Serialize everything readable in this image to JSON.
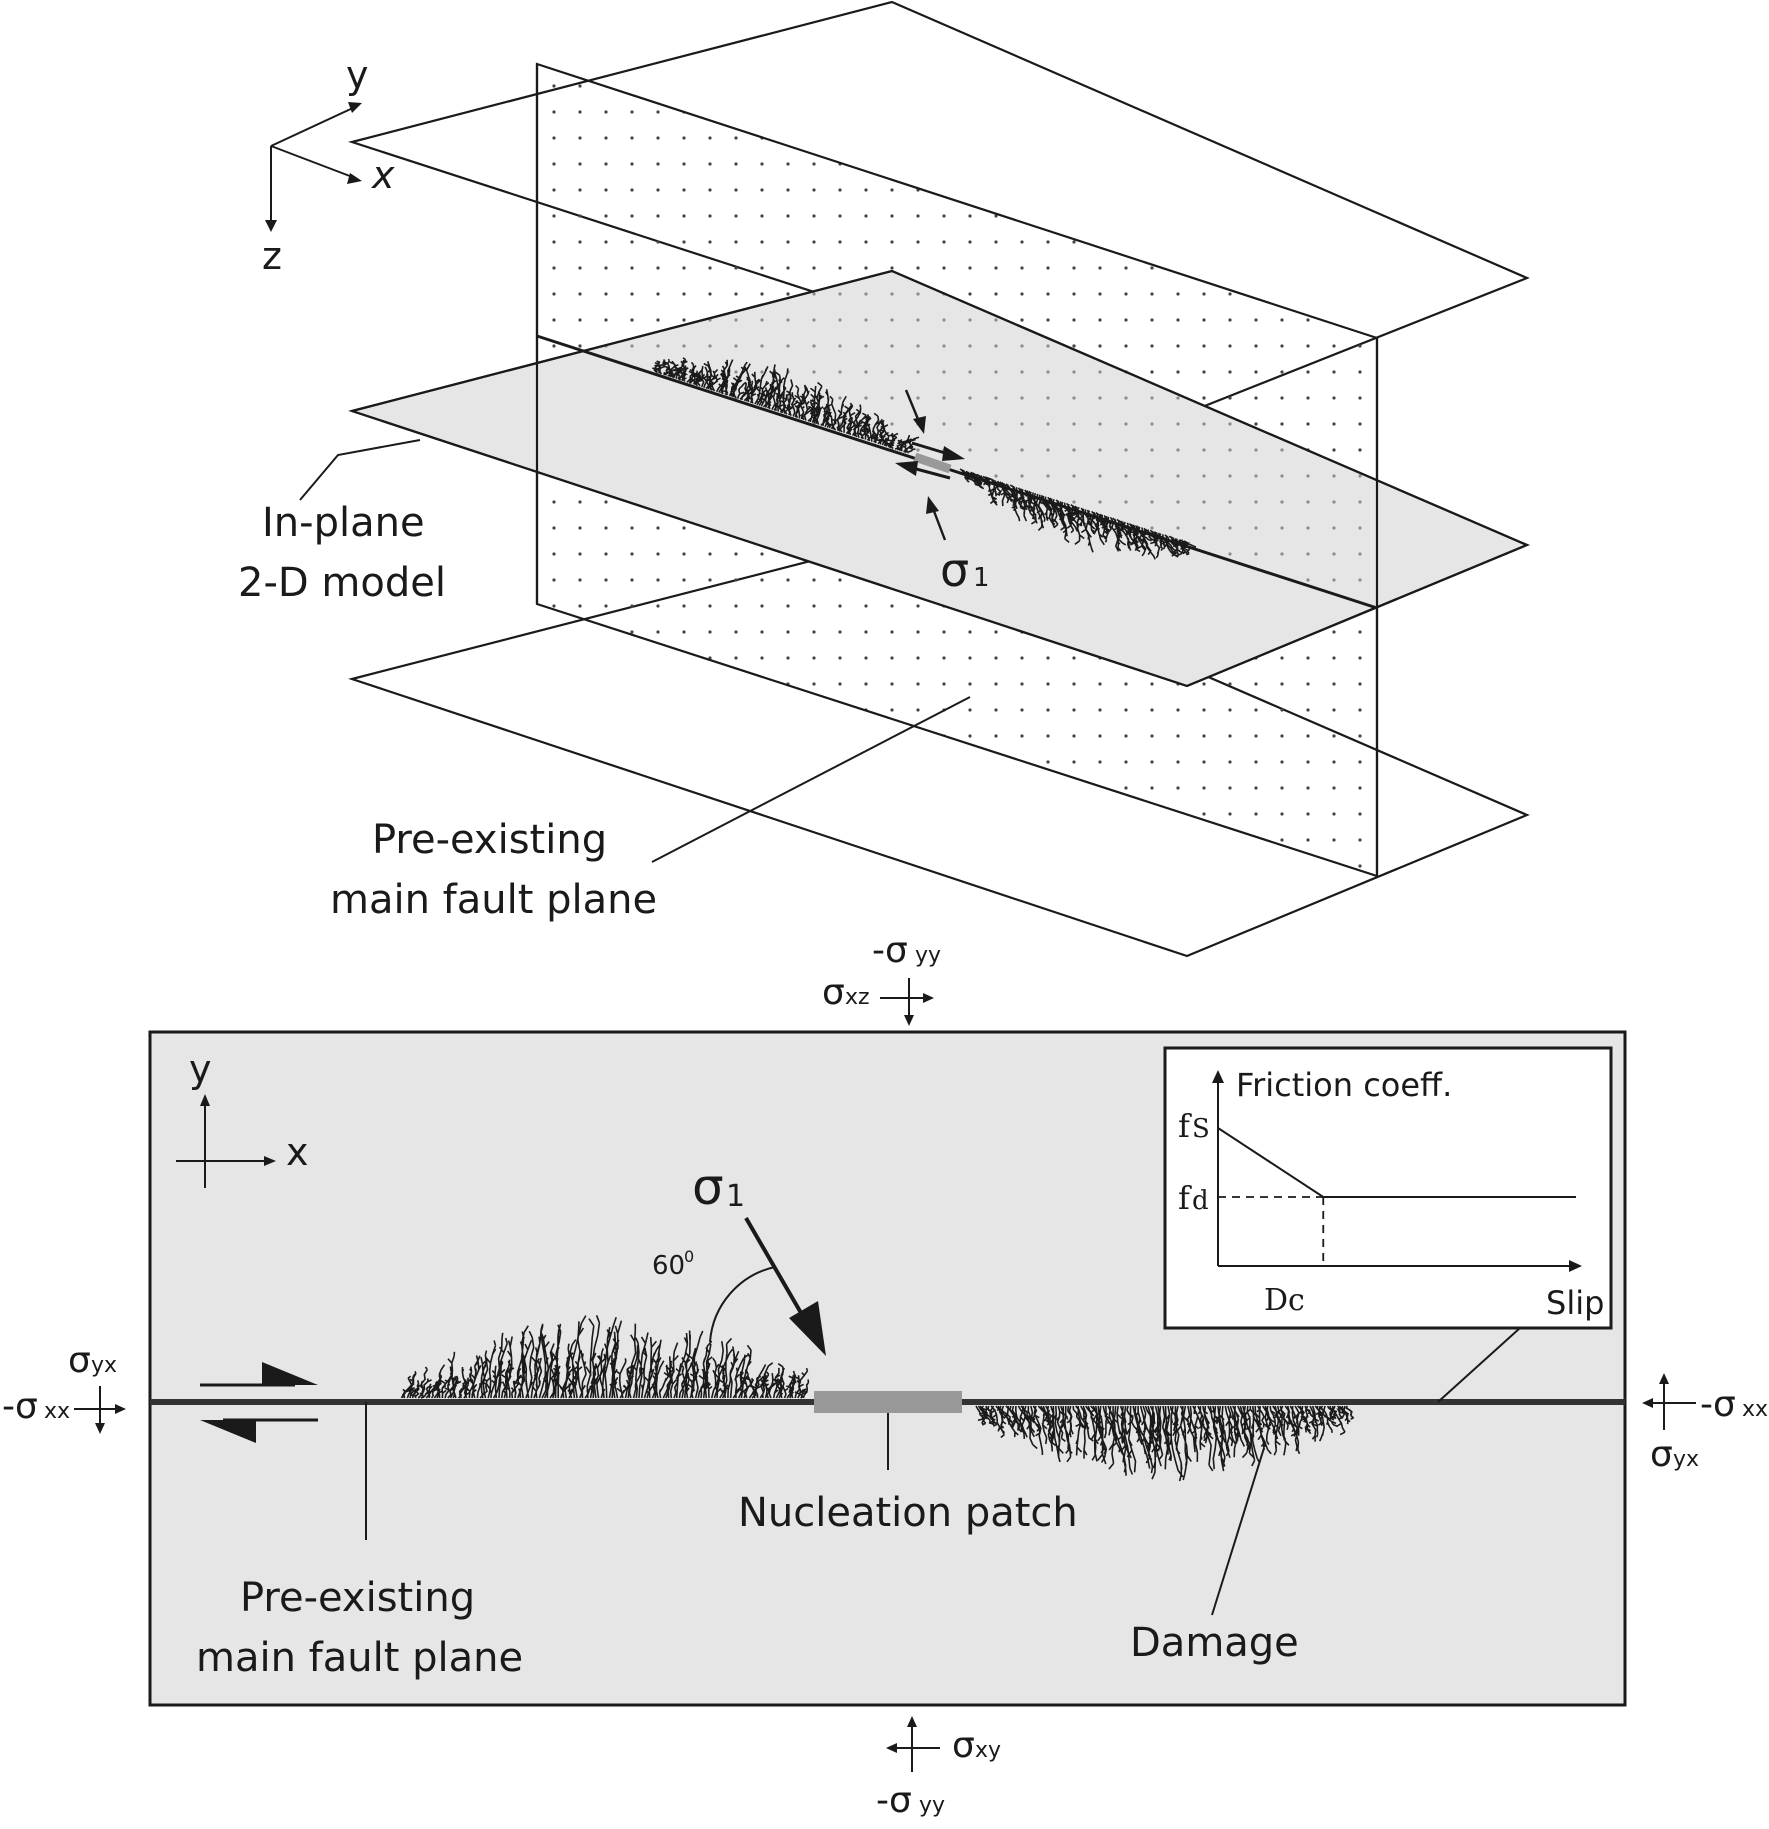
{
  "axes3d": {
    "x": "x",
    "y": "y",
    "z": "z"
  },
  "axes2d": {
    "x": "x",
    "y": "y"
  },
  "top_labels": {
    "in_plane_line1": "In-plane",
    "in_plane_line2": "2-D model",
    "sigma1_sym": "σ",
    "sigma1_sub": "1",
    "fault_line1": "Pre-existing",
    "fault_line2": "main fault plane"
  },
  "bottom_labels": {
    "sigma1_sym": "σ",
    "sigma1_sub": "1",
    "angle": "60",
    "angle_sup": "0",
    "nucleation": "Nucleation patch",
    "fault_line1": "Pre-existing",
    "fault_line2": "main fault plane",
    "damage": "Damage"
  },
  "stress": {
    "top_neg_syy": "-σ",
    "top_neg_syy_sub": "yy",
    "top_sxz": "σ",
    "top_sxz_sub": "xz",
    "left_syx": "σ",
    "left_syx_sub": "yx",
    "left_neg_sxx": "-σ",
    "left_neg_sxx_sub": "xx",
    "right_neg_sxx": "-σ",
    "right_neg_sxx_sub": "xx",
    "right_syx": "σ",
    "right_syx_sub": "yx",
    "bot_sxy": "σ",
    "bot_sxy_sub": "xy",
    "bot_neg_syy": "-σ",
    "bot_neg_syy_sub": "yy"
  },
  "inset": {
    "ylabel": "Friction coeff.",
    "fs_main": "f",
    "fs_sub": "S",
    "fd_main": "f",
    "fd_sub": "d",
    "dc": "Dc",
    "xlabel": "Slip",
    "friction_law": {
      "fs": 1.0,
      "fd": 0.5,
      "dc": 0.35
    }
  },
  "colors": {
    "stroke": "#1a1a1a",
    "panel_fill": "#e6e6e6",
    "patch": "#999999",
    "dots": "#444444"
  }
}
